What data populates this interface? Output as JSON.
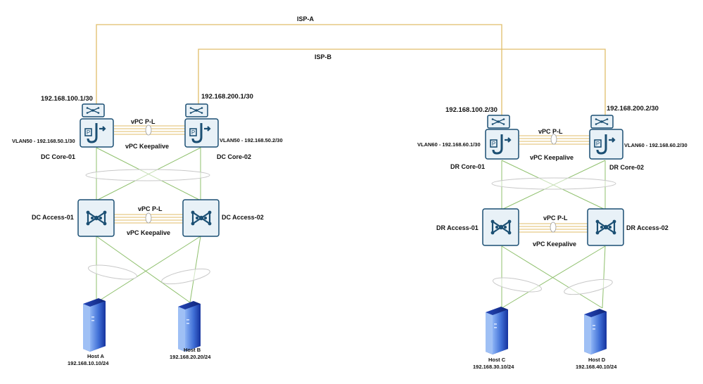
{
  "colors": {
    "wan_link": "#e0be6a",
    "lan_link": "#8fc06d",
    "device_stroke": "#1b4f73",
    "device_fill": "#e8f1f7",
    "server_light": "#6f9ce8",
    "server_dark": "#16339e",
    "ellipse_stroke": "#c8c8c8",
    "label": "#111111"
  },
  "wan": {
    "isp_a": "ISP-A",
    "isp_b": "ISP-B"
  },
  "dc": {
    "core01_ip": "192.168.100.1/30",
    "core02_ip": "192.168.200.1/30",
    "core_vpc_pl": "vPC P-L",
    "core_vpc_keepalive": "vPC Keepalive",
    "core01_vlan": "VLAN50 - 192.168.50.1/30",
    "core02_vlan": "VLAN50 - 192.168.50.2/30",
    "core01_name": "DC Core-01",
    "core02_name": "DC Core-02",
    "access01_name": "DC Access-01",
    "access02_name": "DC Access-02",
    "access_vpc_pl": "vPC P-L",
    "access_vpc_keepalive": "vPC Keepalive",
    "host_a_name": "Host A",
    "host_a_ip": "192.168.10.10/24",
    "host_b_name": "Host B",
    "host_b_ip": "192.168.20.20/24"
  },
  "dr": {
    "core01_ip": "192.168.100.2/30",
    "core02_ip": "192.168.200.2/30",
    "core_vpc_pl": "vPC P-L",
    "core_vpc_keepalive": "vPC Keepalive",
    "core01_vlan": "VLAN60 - 192.168.60.1/30",
    "core02_vlan": "VLAN60 - 192.168.60.2/30",
    "core01_name": "DR Core-01",
    "core02_name": "DR Core-02",
    "access01_name": "DR Access-01",
    "access02_name": "DR Access-02",
    "access_vpc_pl": "vPC P-L",
    "access_vpc_keepalive": "vPC Keepalive",
    "host_c_name": "Host C",
    "host_c_ip": "192.168.30.10/24",
    "host_d_name": "Host D",
    "host_d_ip": "192.168.40.10/24"
  }
}
